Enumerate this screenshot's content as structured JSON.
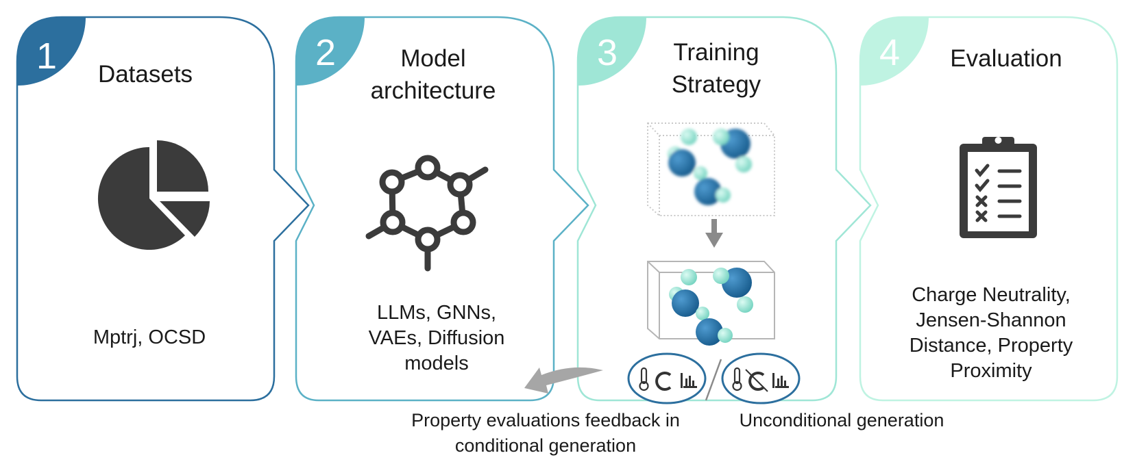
{
  "steps": [
    {
      "number": "1",
      "title_lines": [
        "Datasets"
      ],
      "body_lines": [
        "Mptrj, OCSD"
      ],
      "color": "#2c6f9e",
      "icon": "pie-chart-icon"
    },
    {
      "number": "2",
      "title_lines": [
        "Model",
        "architecture"
      ],
      "body_lines": [
        "LLMs, GNNs,",
        "VAEs, Diffusion",
        "models"
      ],
      "color": "#5bb1c6",
      "icon": "molecule-icon"
    },
    {
      "number": "3",
      "title_lines": [
        "Training",
        "Strategy"
      ],
      "body_lines": [],
      "color": "#9fe6d6",
      "icon": "crystal-structure-icon"
    },
    {
      "number": "4",
      "title_lines": [
        "Evaluation"
      ],
      "body_lines": [
        "Charge Neutrality,",
        "Jensen-Shannon",
        "Distance, Property",
        "Proximity"
      ],
      "color": "#bff3e2",
      "icon": "clipboard-checklist-icon"
    }
  ],
  "conditions": {
    "left_icons": [
      "thermometer-icon",
      "magnet-icon",
      "bar-chart-icon"
    ],
    "right_icons": [
      "thermometer-icon",
      "magnet-crossed-icon",
      "bar-chart-icon"
    ]
  },
  "captions": {
    "feedback_lines": [
      "Property evaluations feedback in",
      "conditional generation"
    ],
    "unconditional": "Unconditional generation"
  },
  "colors": {
    "atom_large": "#1f6aa0",
    "atom_small": "#8ee0cf",
    "feedback_arrow": "#a6a6a6",
    "icon_dark": "#3b3b3b"
  }
}
